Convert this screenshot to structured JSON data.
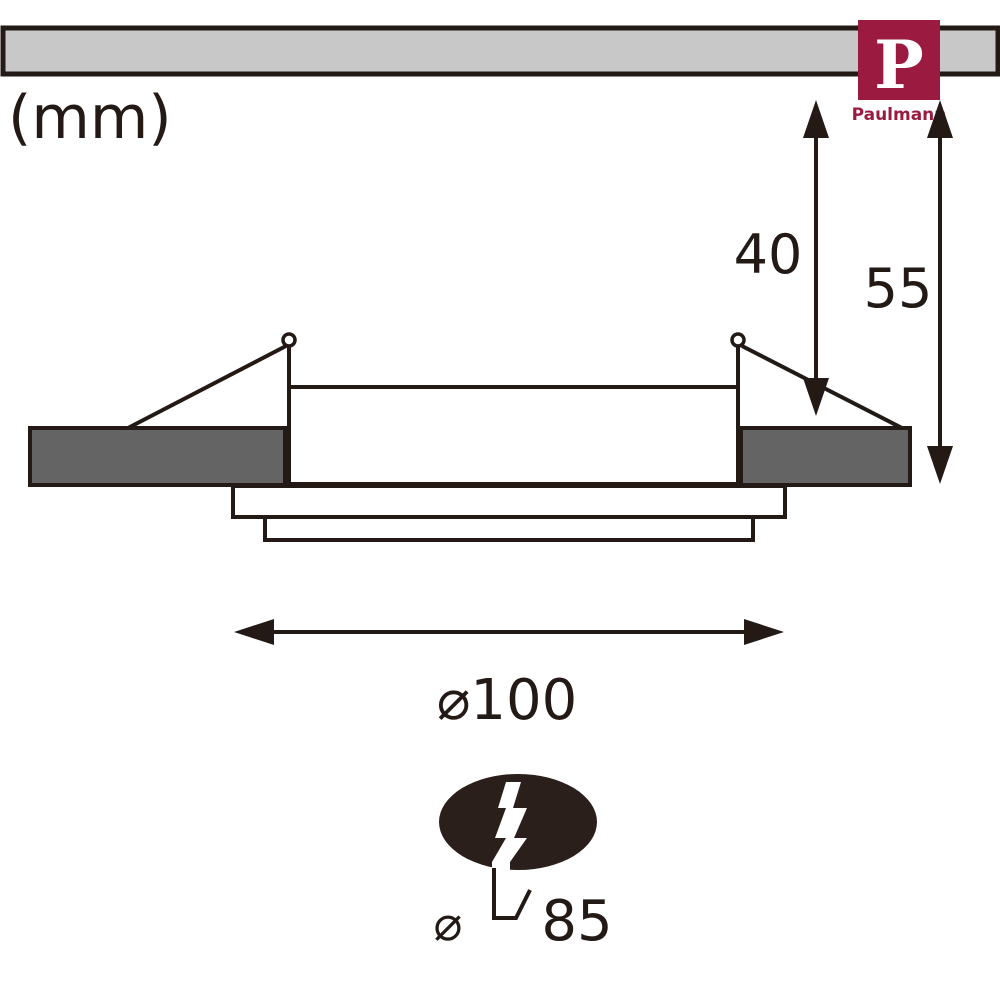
{
  "units_label": "(mm)",
  "dimensions": {
    "recess_depth": "40",
    "total_height": "55",
    "outer_diameter": "⌀100",
    "cutout_symbol": "⌀",
    "cutout_diameter": "85"
  },
  "brand": {
    "name": "Paulmann",
    "logo_letter": "P",
    "color": "#9b1b40"
  },
  "colors": {
    "line": "#231a16",
    "ceiling_fill": "#c8c8c8",
    "ceiling_section_fill": "#646464",
    "cutout_blob": "#2a1f1a"
  },
  "icons": [
    "cutout-hole-icon",
    "lightning-icon"
  ]
}
